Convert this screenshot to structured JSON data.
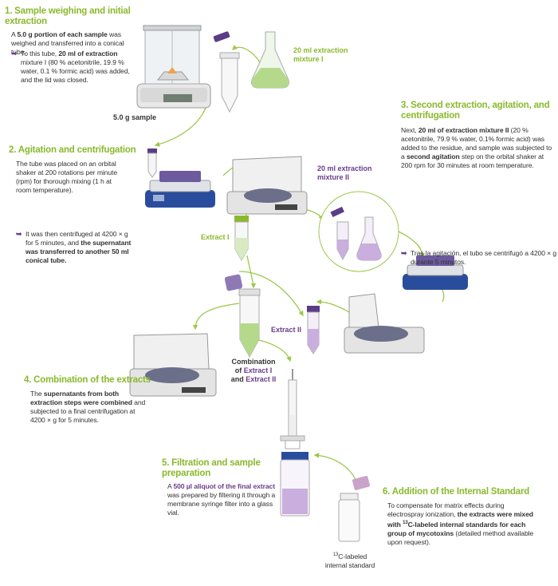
{
  "step1": {
    "title_line1": "1. Sample weighing and initial",
    "title_line2": "extraction",
    "p1_a": "A ",
    "p1_b": "5.0 g portion of each sample",
    "p1_c": " was weighed and transferred into a conical tube.",
    "bullet_a": "To this tube, ",
    "bullet_b": "20 ml of extraction",
    "bullet_c": " mixture I (80 % acetonitrile, 19.9 % water, 0.1 % formic acid) was added, and the lid was closed.",
    "sample_label": "5.0 g sample",
    "mixture_label_1": "20 ml extraction",
    "mixture_label_2": "mixture I"
  },
  "step2": {
    "title": "2. Agitation and centrifugation",
    "p1": "The tube was placed on an orbital shaker at 200 rotations per minute (rpm) for thorough mixing (1 h at room temperature).",
    "bullet_a": "It was then centrifuged at 4200 × g for 5 minutes, and ",
    "bullet_b": "the supernatant was transferred to another 50 ml conical tube.",
    "extract_label": "Extract I"
  },
  "step3": {
    "title_line1": "3. Second extraction, agitation, and",
    "title_line2": "centrifugation",
    "p_a": "Next, ",
    "p_b": "20 ml of extraction mixture II",
    "p_c": " (20 % acetonitrile, 79.9 % water, 0.1% formic acid) was added to the residue, and sample was subjected to a ",
    "p_d": "second agitation",
    "p_e": " step on the orbital shaker at 200 rpm for 30 minutes at room temperature.",
    "bullet": "Tras la agitación, el tubo se centrifugó a 4200 × g durante 5 minutos.",
    "mixture_label_1": "20 ml extraction",
    "mixture_label_2": "mixture II",
    "extract_label": "Extract II"
  },
  "step4": {
    "title": "4. Combination of the extracts",
    "p_a": "The ",
    "p_b": "supernatants from both extraction steps were combined",
    "p_c": " and subjected to a final centrifugation at 4200 × g for 5 minutes.",
    "combo_1": "Combination",
    "combo_2": "of ",
    "combo_3": "Extract I",
    "combo_4": "and ",
    "combo_5": "Extract II"
  },
  "step5": {
    "title_line1": "5. Filtration and sample",
    "title_line2": "preparation",
    "p_a": "A ",
    "p_b": "500 µl aliquot of the final extract",
    "p_c": " was prepared by filtering it through a membrane syringe filter into a glass vial."
  },
  "step6": {
    "title": "6. Addition of the Internal Standard",
    "p_a": "To compensate for matrix effects during electrospray ionization, ",
    "p_b": "the extracts were mixed with ",
    "p_sup": "13",
    "p_c": "C-labeled internal standards for each group of mycotoxins",
    "p_d": " (detailed method available upon request).",
    "std_sup": "13",
    "std_line1": "C-labeled",
    "std_line2": "internal standard"
  },
  "colors": {
    "heading_green": "#8ab92d",
    "accent_purple": "#6a3d8a",
    "arrow_green": "#9cc84a",
    "shaker_blue": "#2a4c9c",
    "liquid_green": "#b5d98a",
    "liquid_purple": "#c9aede"
  }
}
